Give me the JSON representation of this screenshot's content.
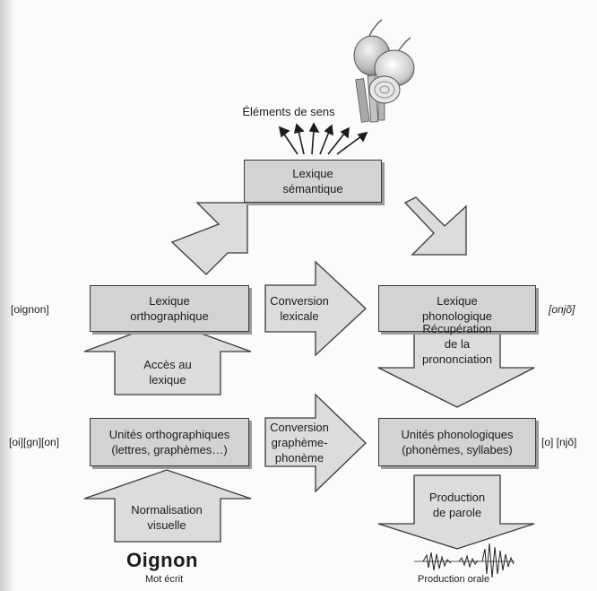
{
  "title_top": "Éléments de sens",
  "boxes": {
    "semantic": "Lexique\nsémantique",
    "ortho_lex": "Lexique\northographique",
    "phono_lex": "Lexique\nphonologique",
    "ortho_units": "Unités orthographiques\n(lettres, graphèmes…)",
    "phono_units": "Unités phonologiques\n(phonèmes, syllabes)"
  },
  "arrows": {
    "lexical_conversion": "Conversion\nlexicale",
    "grapheme_conversion": "Conversion\ngraphème-\nphonème",
    "lexicon_access": "Accès au\nlexique",
    "visual_normalisation": "Normalisation\nvisuelle",
    "pronunciation_retrieval": "Récupération\nde la\nprononciation",
    "speech_production": "Production\nde parole"
  },
  "side_labels": {
    "ortho_lex": "[oignon]",
    "ortho_units": "[oi][gn][on]",
    "phono_lex": "[onjõ]",
    "phono_units": "[o] [njõ]"
  },
  "word": "Oignon",
  "word_caption": "Mot écrit",
  "speech_caption": "Production orale",
  "colors": {
    "box_fill": "#d3d3d3",
    "arrow_fill": "#dcdcdc",
    "outline": "#3a3a3a"
  }
}
